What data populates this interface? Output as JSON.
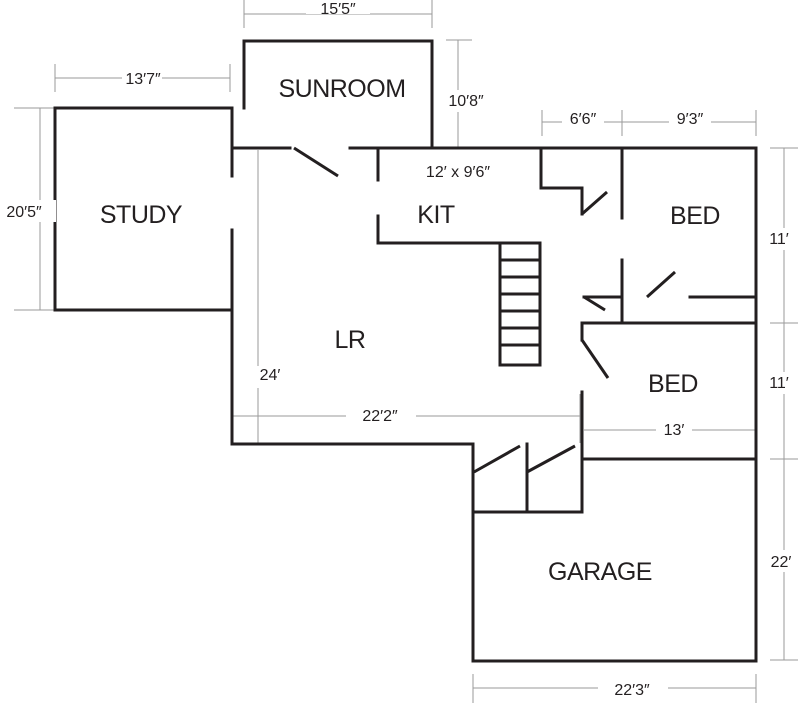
{
  "rooms": {
    "sunroom": "SUNROOM",
    "study": "STUDY",
    "kit": "KIT",
    "kit_size": "12′ x  9′6″",
    "lr": "LR",
    "bed_upper": "BED",
    "bed_lower": "BED",
    "garage": "GARAGE"
  },
  "dimensions": {
    "sunroom_width": "15′5″",
    "study_width": "13′7″",
    "study_height": "20′5″",
    "sunroom_depth": "10′8″",
    "hall_width": "6′6″",
    "bed_width": "9′3″",
    "bed_upper_depth": "11′",
    "bed_lower_depth": "11′",
    "lr_depth": "24′",
    "lr_width": "22′2″",
    "bed_lower_width": "13′",
    "garage_depth": "22′",
    "garage_width": "22′3″"
  },
  "colors": {
    "wall": "#231f20",
    "dimension_line": "#9a9a9a"
  }
}
